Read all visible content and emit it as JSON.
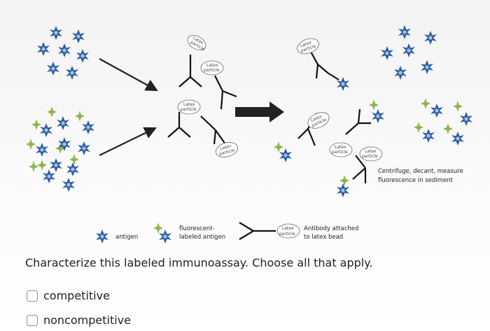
{
  "diagram": {
    "particle_label": "Latex particle",
    "process_note_line1": "Centrifuge, decant, measure",
    "process_note_line2": "fluorescence in sediment",
    "legend": {
      "antigen": "antigen",
      "fluorescent_line1": "fluorescent-",
      "fluorescent_line2": "labeled antigen",
      "antibody_line1": "Antibody attached",
      "antibody_line2": "to latex bead"
    }
  },
  "question": {
    "text": "Characterize this labeled immunoassay. Choose all that apply.",
    "options": [
      {
        "label": "competitive",
        "checked": false
      },
      {
        "label": "noncompetitive",
        "checked": false
      }
    ]
  },
  "colors": {
    "antigen_blue": "#2e5d9e",
    "fluor_green": "#8db64a",
    "arrow": "#222222"
  }
}
